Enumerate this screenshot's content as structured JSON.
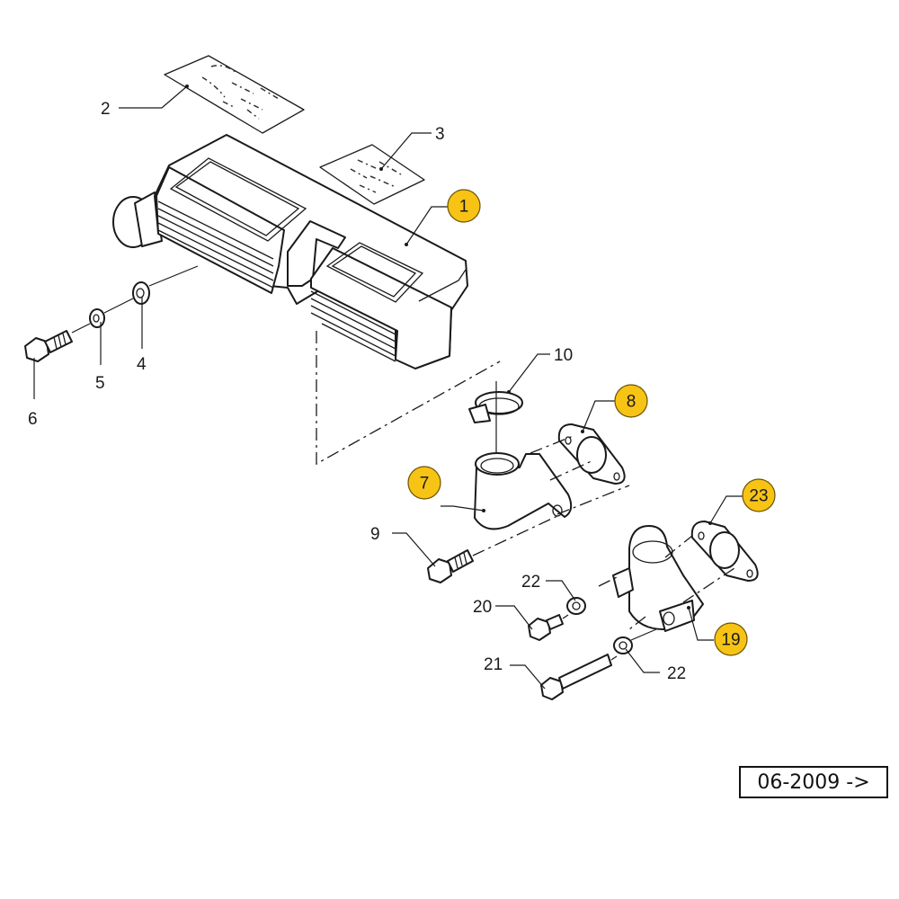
{
  "diagram": {
    "title": "Exploded parts diagram",
    "version_label": "06-2009 ->",
    "highlight_color": "#f7c315",
    "callouts": [
      {
        "id": "c1",
        "label": "1",
        "highlighted": true,
        "part": "main-housing"
      },
      {
        "id": "c2",
        "label": "2",
        "highlighted": false,
        "part": "decal-large"
      },
      {
        "id": "c3",
        "label": "3",
        "highlighted": false,
        "part": "decal-small"
      },
      {
        "id": "c4",
        "label": "4",
        "highlighted": false,
        "part": "flat-washer"
      },
      {
        "id": "c5",
        "label": "5",
        "highlighted": false,
        "part": "lock-washer"
      },
      {
        "id": "c6",
        "label": "6",
        "highlighted": false,
        "part": "hex-bolt"
      },
      {
        "id": "c7",
        "label": "7",
        "highlighted": true,
        "part": "elbow-outlet"
      },
      {
        "id": "c8",
        "label": "8",
        "highlighted": true,
        "part": "gasket"
      },
      {
        "id": "c9",
        "label": "9",
        "highlighted": false,
        "part": "flange-bolt"
      },
      {
        "id": "c10",
        "label": "10",
        "highlighted": false,
        "part": "hose-clamp"
      },
      {
        "id": "c19",
        "label": "19",
        "highlighted": true,
        "part": "outlet-adapter"
      },
      {
        "id": "c20",
        "label": "20",
        "highlighted": false,
        "part": "short-bolt"
      },
      {
        "id": "c21",
        "label": "21",
        "highlighted": false,
        "part": "long-bolt"
      },
      {
        "id": "c22a",
        "label": "22",
        "highlighted": false,
        "part": "washer-upper"
      },
      {
        "id": "c22b",
        "label": "22",
        "highlighted": false,
        "part": "washer-lower"
      },
      {
        "id": "c23",
        "label": "23",
        "highlighted": true,
        "part": "gasket-lower"
      }
    ]
  }
}
